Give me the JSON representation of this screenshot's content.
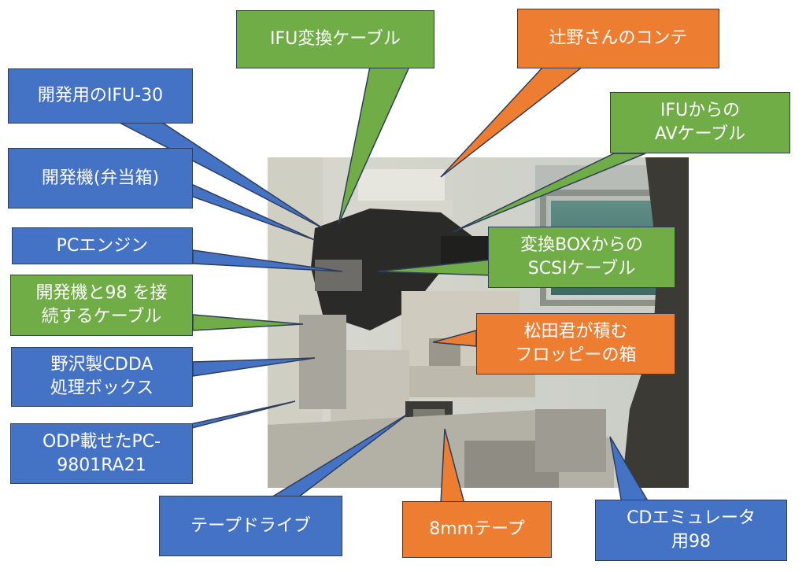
{
  "colors": {
    "blue": "#4472c4",
    "green": "#70ad47",
    "orange": "#ed7d31",
    "outline": "#2e3e5a"
  },
  "photo": {
    "description_icon": "photo-of-development-equipment"
  },
  "labels": {
    "ifu30": "開発用のIFU-30",
    "devbox": "開発機(弁当箱)",
    "pcengine": "PCエンジン",
    "cable98_1": "開発機と98 を接",
    "cable98_2": "続するケーブル",
    "cdda_1": "野沢製CDDA",
    "cdda_2": "処理ボックス",
    "odp_1": "ODP載せたPC-",
    "odp_2": "9801RA21",
    "tape_drive": "テープドライブ",
    "ifu_cable": "IFU変換ケーブル",
    "tsujino": "辻野さんのコンテ",
    "av_1": "IFUからの",
    "av_2": "AVケーブル",
    "scsi_1": "変換BOXからの",
    "scsi_2": "SCSIケーブル",
    "floppy_1": "松田君が積む",
    "floppy_2": "フロッピーの箱",
    "tape8mm": "8mmテープ",
    "cdemu_1": "CDエミュレータ",
    "cdemu_2": "用98"
  }
}
